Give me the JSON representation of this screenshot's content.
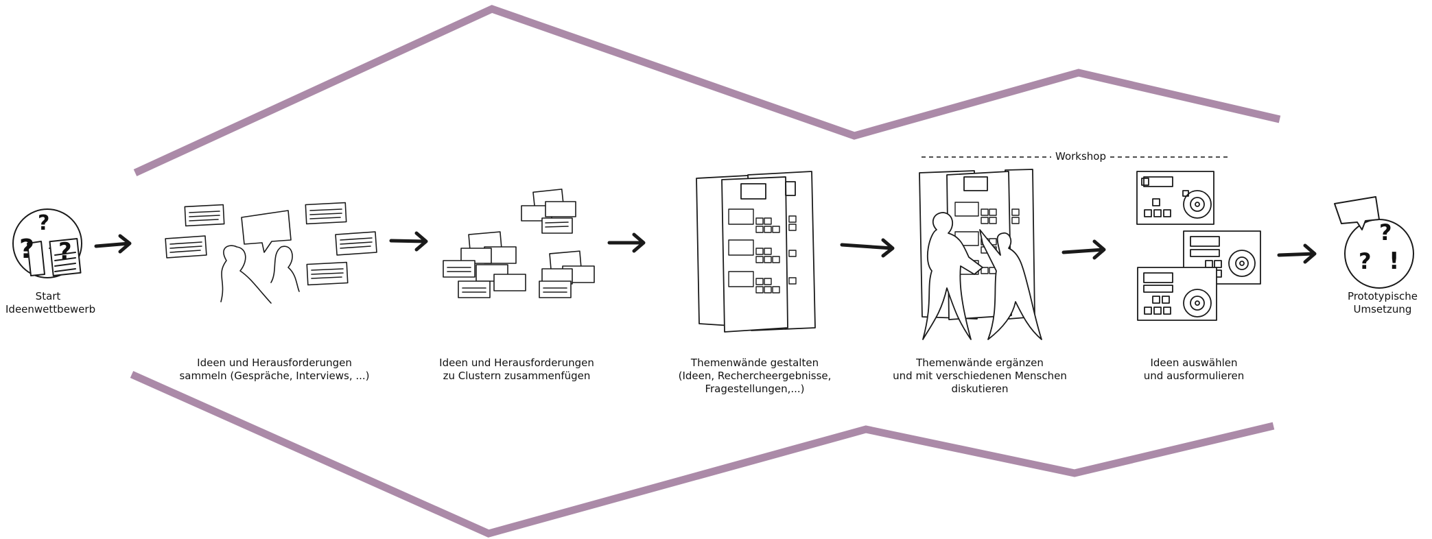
{
  "accent_color": "#ab8aa8",
  "ink_color": "#1a1a1a",
  "start": {
    "line1": "Start",
    "line2": "Ideenwettbewerb",
    "icon": "question-bubble-icon"
  },
  "end": {
    "line1": "Prototypische",
    "line2": "Umsetzung",
    "icon": "speech-question-exclamation-icon"
  },
  "workshop_label": "Workshop",
  "steps": [
    {
      "lines": [
        "Ideen und Herausforderungen",
        "sammeln (Gespräche, Interviews, ...)"
      ],
      "icon": "people-sticky-notes-icon"
    },
    {
      "lines": [
        "Ideen und Herausforderungen",
        "zu Clustern zusammenfügen"
      ],
      "icon": "note-clusters-icon"
    },
    {
      "lines": [
        "Themenwände gestalten",
        "(Ideen, Rechercheergebnisse,",
        "Fragestellungen,...)"
      ],
      "icon": "theme-wall-icon"
    },
    {
      "lines": [
        "Themenwände ergänzen",
        "und mit verschiedenen Menschen",
        "diskutieren"
      ],
      "icon": "people-at-wall-icon"
    },
    {
      "lines": [
        "Ideen auswählen",
        "und ausformulieren"
      ],
      "icon": "idea-cards-icon"
    }
  ]
}
